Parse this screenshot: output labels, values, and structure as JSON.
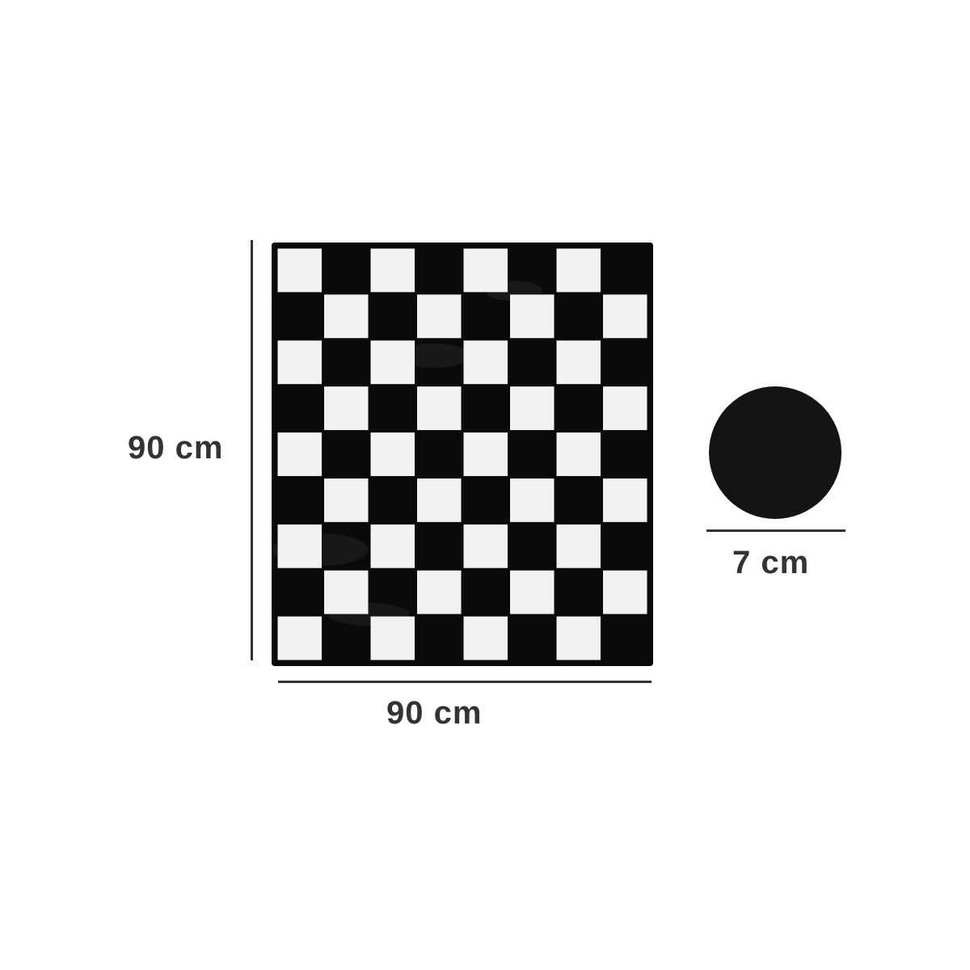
{
  "board": {
    "name": "checkered board",
    "rows": 9,
    "cols": 8,
    "dark_color": "#0a0a0a",
    "light_color": "#f2f2f2"
  },
  "dimensions": {
    "height_label": "90 cm",
    "width_label": "90 cm",
    "disc_label": "7 cm"
  },
  "disc": {
    "color": "#141414"
  },
  "colors": {
    "text": "#333333",
    "background": "#ffffff"
  }
}
